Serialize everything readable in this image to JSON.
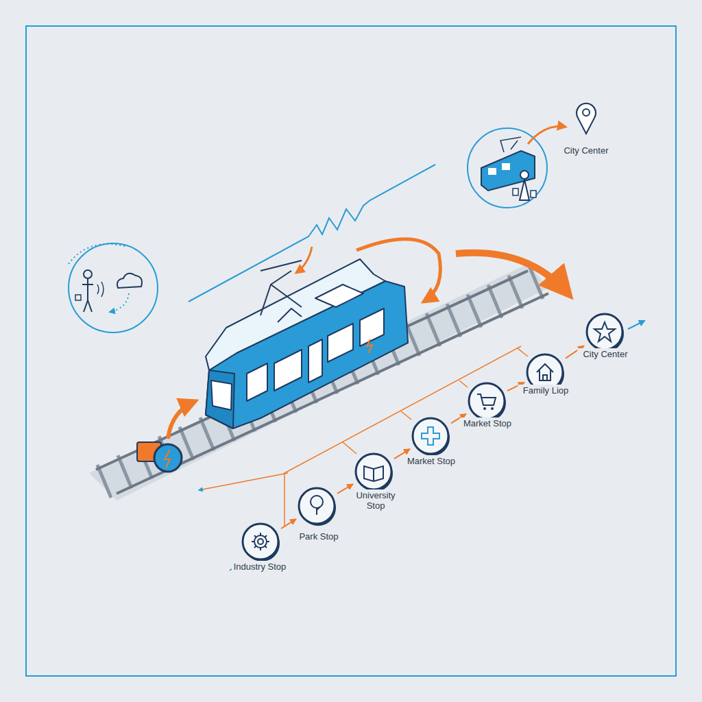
{
  "diagram": {
    "nodes": [
      {
        "text": [
          "Industry Stop"
        ]
      },
      {
        "text": [
          "Park Stop"
        ]
      },
      {
        "text": [
          "University Stop"
        ]
      },
      {
        "text": [
          "Market Stop"
        ]
      },
      {
        "text": [
          "Market Stop"
        ]
      },
      {
        "text": [
          "Family Liop"
        ]
      },
      {
        "text": [
          "City Center"
        ]
      }
    ],
    "edges": [
      {
        "from": 0,
        "to": 1,
        "arrow": "to"
      },
      {
        "from": 1,
        "to": 2,
        "arrow": "to"
      },
      {
        "from": 2,
        "to": 3,
        "arrow": "to"
      },
      {
        "from": 3,
        "to": 4,
        "arrow": "to"
      },
      {
        "from": 4,
        "to": 5,
        "arrow": "to"
      },
      {
        "from": 5,
        "to": 6,
        "arrow": "to"
      }
    ],
    "labels": [
      "City Center"
    ]
  }
}
